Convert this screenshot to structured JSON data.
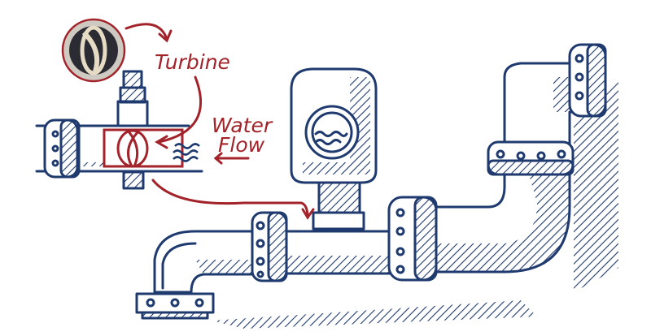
{
  "labels": {
    "turbine": "Turbine",
    "water": "Water",
    "flow": "Flow"
  },
  "colors": {
    "ink": "#1f3a6e",
    "accent": "#a3232b",
    "background": "#ffffff"
  }
}
